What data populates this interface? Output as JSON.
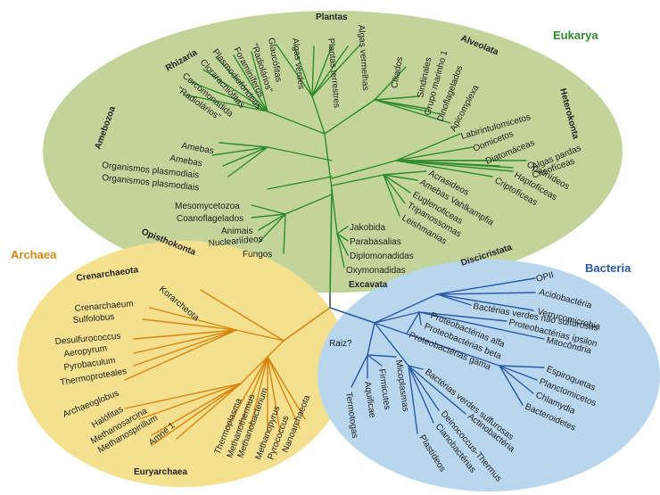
{
  "domains": [
    {
      "key": "eukarya",
      "name": "Eukarya",
      "color": "#2e8b2e",
      "fill": "#c2d49a"
    },
    {
      "key": "archaea",
      "name": "Archaea",
      "color": "#d8860f",
      "fill": "#f4e08e"
    },
    {
      "key": "bacteria",
      "name": "Bacteria",
      "color": "#2a5aa6",
      "fill": "#b8d6ee"
    }
  ],
  "groups": {
    "plantas": "Plantas",
    "alveolata": "Alveolata",
    "rhizaria": "Rhizaria",
    "amebozoa": "Amebozoa",
    "heterokonta": "Heterokonta",
    "opisthokonta": "Opisthokonta",
    "excavata": "Excavata",
    "discicristata": "Discicristata",
    "crenarchaeota": "Crenarchaeota",
    "euryarchaea": "Euryarchaea"
  },
  "root_label": "Raiz?",
  "eukarya_taxa": [
    "Glaucófitas",
    "Algas verdes",
    "Algas vermelhas",
    "Plantas terrestres",
    "Ciliados",
    "Sindinales",
    "Grupo marinho 1",
    "Dinoflagelados",
    "Apicomplexa",
    "\"Radiolários\"",
    "Foraminíferos",
    "Plasmodiofórideos",
    "Cloraracniófitas",
    "Cercomonadida",
    "\"Radiolários\"",
    "Amebas",
    "Amebas",
    "Organismos plasmodiais",
    "Organismos plasmodiais",
    "Labirintulomicetos",
    "Oomicetos",
    "Diatomáceas",
    "Algas pardas",
    "Crisofíceas",
    "Opalinídeos",
    "Haptofíceas",
    "Criptofíceas",
    "Acrasideos",
    "Amebas Vahlkampfia",
    "Euglenoficeas",
    "Tripanossomas",
    "Leishmanias",
    "Mesomycetozoa",
    "Coanoflagelados",
    "Animais",
    "Nucleariídeos",
    "Fungos",
    "Jakobida",
    "Parabasalias",
    "Diplomonadidas",
    "Oxymonadidas"
  ],
  "archaea_taxa": [
    "Crenarchaeum",
    "Sulfolobus",
    "Desulfurococcus",
    "Aeropyrum",
    "Pyrobaculum",
    "Thermoproteales",
    "Korarcheota",
    "Archaeoglobus",
    "Halófitas",
    "Methanosarcina",
    "Methanospirillum",
    "Amne 1",
    "Thermoplasma",
    "Methanothermus",
    "Methanobacterium",
    "Methanopyrus",
    "Pyrococcus",
    "Nanoarchaeota"
  ],
  "bacteria_taxa": [
    "OPII",
    "Acidobactéria",
    "Verrucomicrobia",
    "Bactérias verdes não sulfurosas",
    "Proteobactérias ípsilon",
    "Mitocôndria",
    "Proteobactérias alfa",
    "Proteobactérias beta",
    "Proteobactérias gama",
    "Espiroquetas",
    "Planctomicetos",
    "Chlamydia",
    "Bacteroidetes",
    "Micoplasmas",
    "Firmicutes",
    "Aquificae",
    "Termotogas",
    "Bactérias verdes sulfurosas",
    "Actinobactéria",
    "Deinococcus-Thermus",
    "Cianobactérias",
    "Plastídeos"
  ]
}
